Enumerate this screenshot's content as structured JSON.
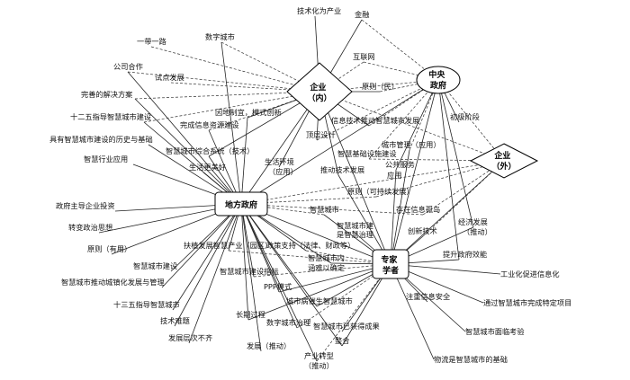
{
  "hubs": [
    {
      "id": "ent_in",
      "lines": [
        "企业",
        "（内）"
      ]
    },
    {
      "id": "central",
      "lines": [
        "中央",
        "政府"
      ]
    },
    {
      "id": "ent_out",
      "lines": [
        "企业",
        "（外）"
      ]
    },
    {
      "id": "local",
      "lines": [
        "地方政府"
      ]
    },
    {
      "id": "expert",
      "lines": [
        "专家",
        "学者"
      ]
    }
  ],
  "labels": [
    {
      "id": "l01",
      "text": "技术化为产业"
    },
    {
      "id": "l02",
      "text": "金融"
    },
    {
      "id": "l03",
      "text": "数字城市"
    },
    {
      "id": "l04",
      "text": "一带一路"
    },
    {
      "id": "l05",
      "text": "互联网"
    },
    {
      "id": "l06",
      "text": "公司合作"
    },
    {
      "id": "l07",
      "text": "试点发展"
    },
    {
      "id": "l08",
      "text": "原则（民）"
    },
    {
      "id": "l09",
      "text": "完善的解决方案"
    },
    {
      "id": "l10",
      "text": "因地制宜，模式创新"
    },
    {
      "id": "l11",
      "text": "十二五指导智慧城市建设"
    },
    {
      "id": "l12",
      "text": "初级阶段"
    },
    {
      "id": "l13",
      "text": "完成信息资源建设"
    },
    {
      "id": "l14",
      "text": "信息技术推动智慧城市发展"
    },
    {
      "id": "l15",
      "text": "具有智慧城市建设的历史与基础"
    },
    {
      "id": "l16",
      "text": "顶层设计"
    },
    {
      "id": "l17",
      "text": "城市管理（应用）"
    },
    {
      "id": "l18",
      "text": "智慧城市综合系统（技术）"
    },
    {
      "id": "l19",
      "text": "智慧行业应用"
    },
    {
      "id": "l20",
      "text": "智慧基础设施建设"
    },
    {
      "id": "l21",
      "text": "生活环境"
    },
    {
      "id": "l22",
      "text": "公共服务"
    },
    {
      "id": "l23",
      "text": "（应用）"
    },
    {
      "id": "l24",
      "text": "生活更美好"
    },
    {
      "id": "l25",
      "text": "推动技术发展"
    },
    {
      "id": "l26",
      "text": "应用"
    },
    {
      "id": "l27",
      "text": "原则（可持续发展）"
    },
    {
      "id": "l28",
      "text": "政府主导企业投资"
    },
    {
      "id": "l29",
      "text": "存在信息孤岛"
    },
    {
      "id": "l30",
      "text": "智慧城市"
    },
    {
      "id": "l31",
      "text": "转变政治思想"
    },
    {
      "id": "l32",
      "text": "智慧城市建"
    },
    {
      "id": "l33",
      "text": "经济发展"
    },
    {
      "id": "l34",
      "text": "是智慧治理"
    },
    {
      "id": "l35",
      "text": "（推动）"
    },
    {
      "id": "l36",
      "text": "创新技术"
    },
    {
      "id": "l37",
      "text": "扶植发展智慧产业（园区）"
    },
    {
      "id": "l38",
      "text": "政策支持（法律、财政等）"
    },
    {
      "id": "l39",
      "text": "原则（有用）"
    },
    {
      "id": "l40",
      "text": "提升政府效能"
    },
    {
      "id": "l41",
      "text": "智慧城市内"
    },
    {
      "id": "l42",
      "text": "涵难以确定"
    },
    {
      "id": "l43",
      "text": "智慧城市建设"
    },
    {
      "id": "l44",
      "text": "智慧城市建设指标"
    },
    {
      "id": "l45",
      "text": "工业化促进信息化"
    },
    {
      "id": "l46",
      "text": "智慧城市推动城镇化发展与管理"
    },
    {
      "id": "l47",
      "text": "PPP模式"
    },
    {
      "id": "l48",
      "text": "注重信息安全"
    },
    {
      "id": "l49",
      "text": "十三五指导智慧城市"
    },
    {
      "id": "l50",
      "text": "城市病催生智慧城市"
    },
    {
      "id": "l51",
      "text": "通过智慧城市完成特定项目"
    },
    {
      "id": "l52",
      "text": "长期过程"
    },
    {
      "id": "l53",
      "text": "技术难题"
    },
    {
      "id": "l54",
      "text": "数字城市治理"
    },
    {
      "id": "l55",
      "text": "智慧城市已获得成果"
    },
    {
      "id": "l56",
      "text": "智慧城市面临考验"
    },
    {
      "id": "l57",
      "text": "发展层次不齐"
    },
    {
      "id": "l58",
      "text": "整合"
    },
    {
      "id": "l59",
      "text": "发展（推动）"
    },
    {
      "id": "l60",
      "text": "产业转型"
    },
    {
      "id": "l61",
      "text": "物流是智慧城市的基础"
    },
    {
      "id": "l62",
      "text": "（推动）"
    }
  ]
}
